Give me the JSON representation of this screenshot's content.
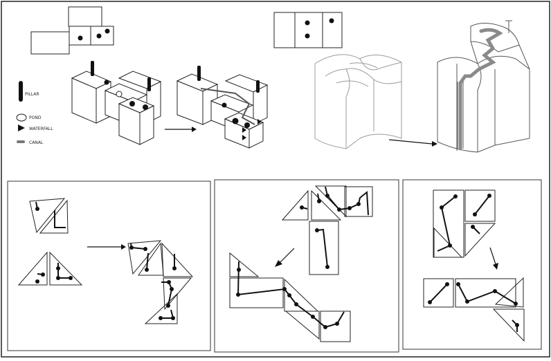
{
  "legend": {
    "items": [
      {
        "label": "PILLAR",
        "icon": "pillar-icon"
      },
      {
        "label": "POND",
        "icon": "pond-icon"
      },
      {
        "label": "WATERFALL",
        "icon": "waterfall-icon"
      },
      {
        "label": "CANAL",
        "icon": "canal-icon"
      }
    ]
  },
  "colors": {
    "ink": "#111111",
    "line": "#222222",
    "faint": "#9a9a9a",
    "canal": "#8a8a8a",
    "paper": "#ffffff"
  }
}
